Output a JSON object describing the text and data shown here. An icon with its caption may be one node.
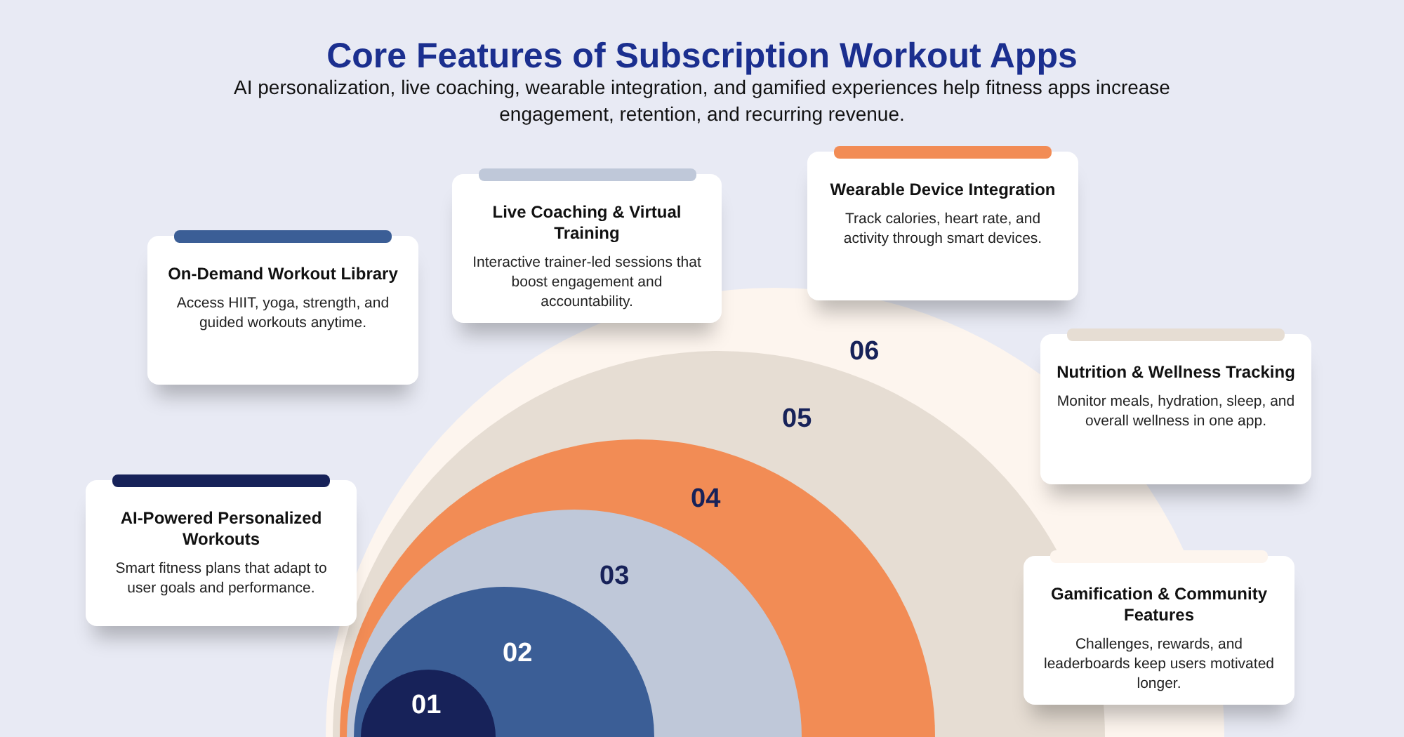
{
  "diagram": {
    "title": "Core Features of Subscription Workout Apps",
    "caption": "AI personalization, live coaching, wearable integration, and gamified experiences help fitness apps increase engagement, retention, and recurring revenue.",
    "nodes": [
      {
        "text": [
          "AI-Powered Personalized Workouts",
          "Smart fitness plans that adapt to user goals and performance."
        ]
      },
      {
        "text": [
          "On-Demand Workout Library",
          "Access HIIT, yoga, strength, and guided workouts anytime."
        ]
      },
      {
        "text": [
          "Live Coaching & Virtual Training",
          "Interactive trainer-led sessions that boost engagement and accountability."
        ]
      },
      {
        "text": [
          "Wearable Device Integration",
          "Track calories, heart rate, and activity through smart devices."
        ]
      },
      {
        "text": [
          "Nutrition & Wellness Tracking",
          "Monitor meals, hydration, sleep, and overall wellness in one app."
        ]
      },
      {
        "text": [
          "Gamification & Community Features",
          "Challenges, rewards, and leaderboards keep users motivated longer."
        ]
      },
      {
        "text": [
          "01"
        ],
        "in": 7
      },
      {
        "text": [
          "02"
        ],
        "in": 8
      },
      {
        "text": [
          "03"
        ],
        "in": 9
      },
      {
        "text": [
          "04"
        ],
        "in": 10
      },
      {
        "text": [
          "05"
        ],
        "in": 11
      },
      {
        "text": [
          "06"
        ]
      }
    ],
    "edges": []
  }
}
